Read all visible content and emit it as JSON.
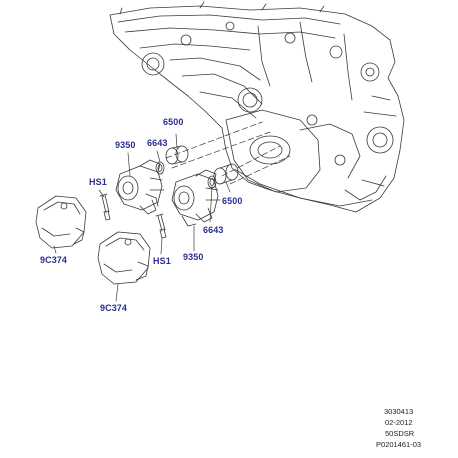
{
  "callouts": {
    "c6500_top": "6500",
    "c9350_top": "9350",
    "c6643_top": "6643",
    "hs1_left": "HS1",
    "c6500_right": "6500",
    "c6643_bottom": "6643",
    "c9350_bottom": "9350",
    "hs1_bottom": "HS1",
    "c9c374_left": "9C374",
    "c9c374_bottom": "9C374"
  },
  "reference": {
    "line1": "3030413",
    "line2": "02-2012",
    "line3": "50SDSR",
    "line4": "P0201461-03"
  },
  "colors": {
    "callout_text": "#2a2f8f",
    "line_art": "#3a3a3a"
  }
}
